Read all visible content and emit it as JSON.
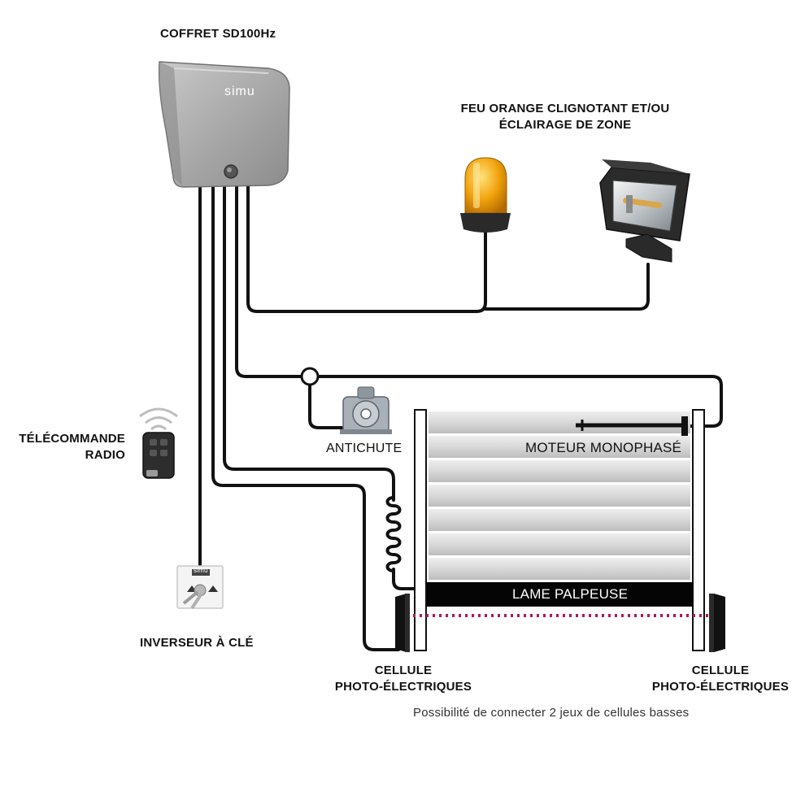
{
  "diagram": {
    "controller": {
      "title": "COFFRET SD100Hz",
      "brand": "simu",
      "color": "#a8a8a8"
    },
    "flash_light": {
      "line1": "FEU ORANGE CLIGNOTANT ET/OU",
      "line2": "ÉCLAIRAGE DE ZONE",
      "color": "#f2a20c"
    },
    "remote": {
      "line1": "TÉLÉCOMMANDE",
      "line2": "RADIO"
    },
    "key_switch": {
      "label": "INVERSEUR À CLÉ",
      "brand": "simu"
    },
    "antifall": {
      "label": "ANTICHUTE"
    },
    "motor": {
      "label": "MOTEUR MONOPHASÉ"
    },
    "safety_edge": {
      "label": "LAME PALPEUSE"
    },
    "photocell_left": {
      "line1": "CELLULE",
      "line2": "PHOTO-ÉLECTRIQUES"
    },
    "photocell_right": {
      "line1": "CELLULE",
      "line2": "PHOTO-ÉLECTRIQUES"
    },
    "note": "Possibilité de connecter 2 jeux de cellules basses",
    "colors": {
      "wire": "#111111",
      "beam": "#b0195a",
      "slat": "#dcdcdc"
    }
  }
}
